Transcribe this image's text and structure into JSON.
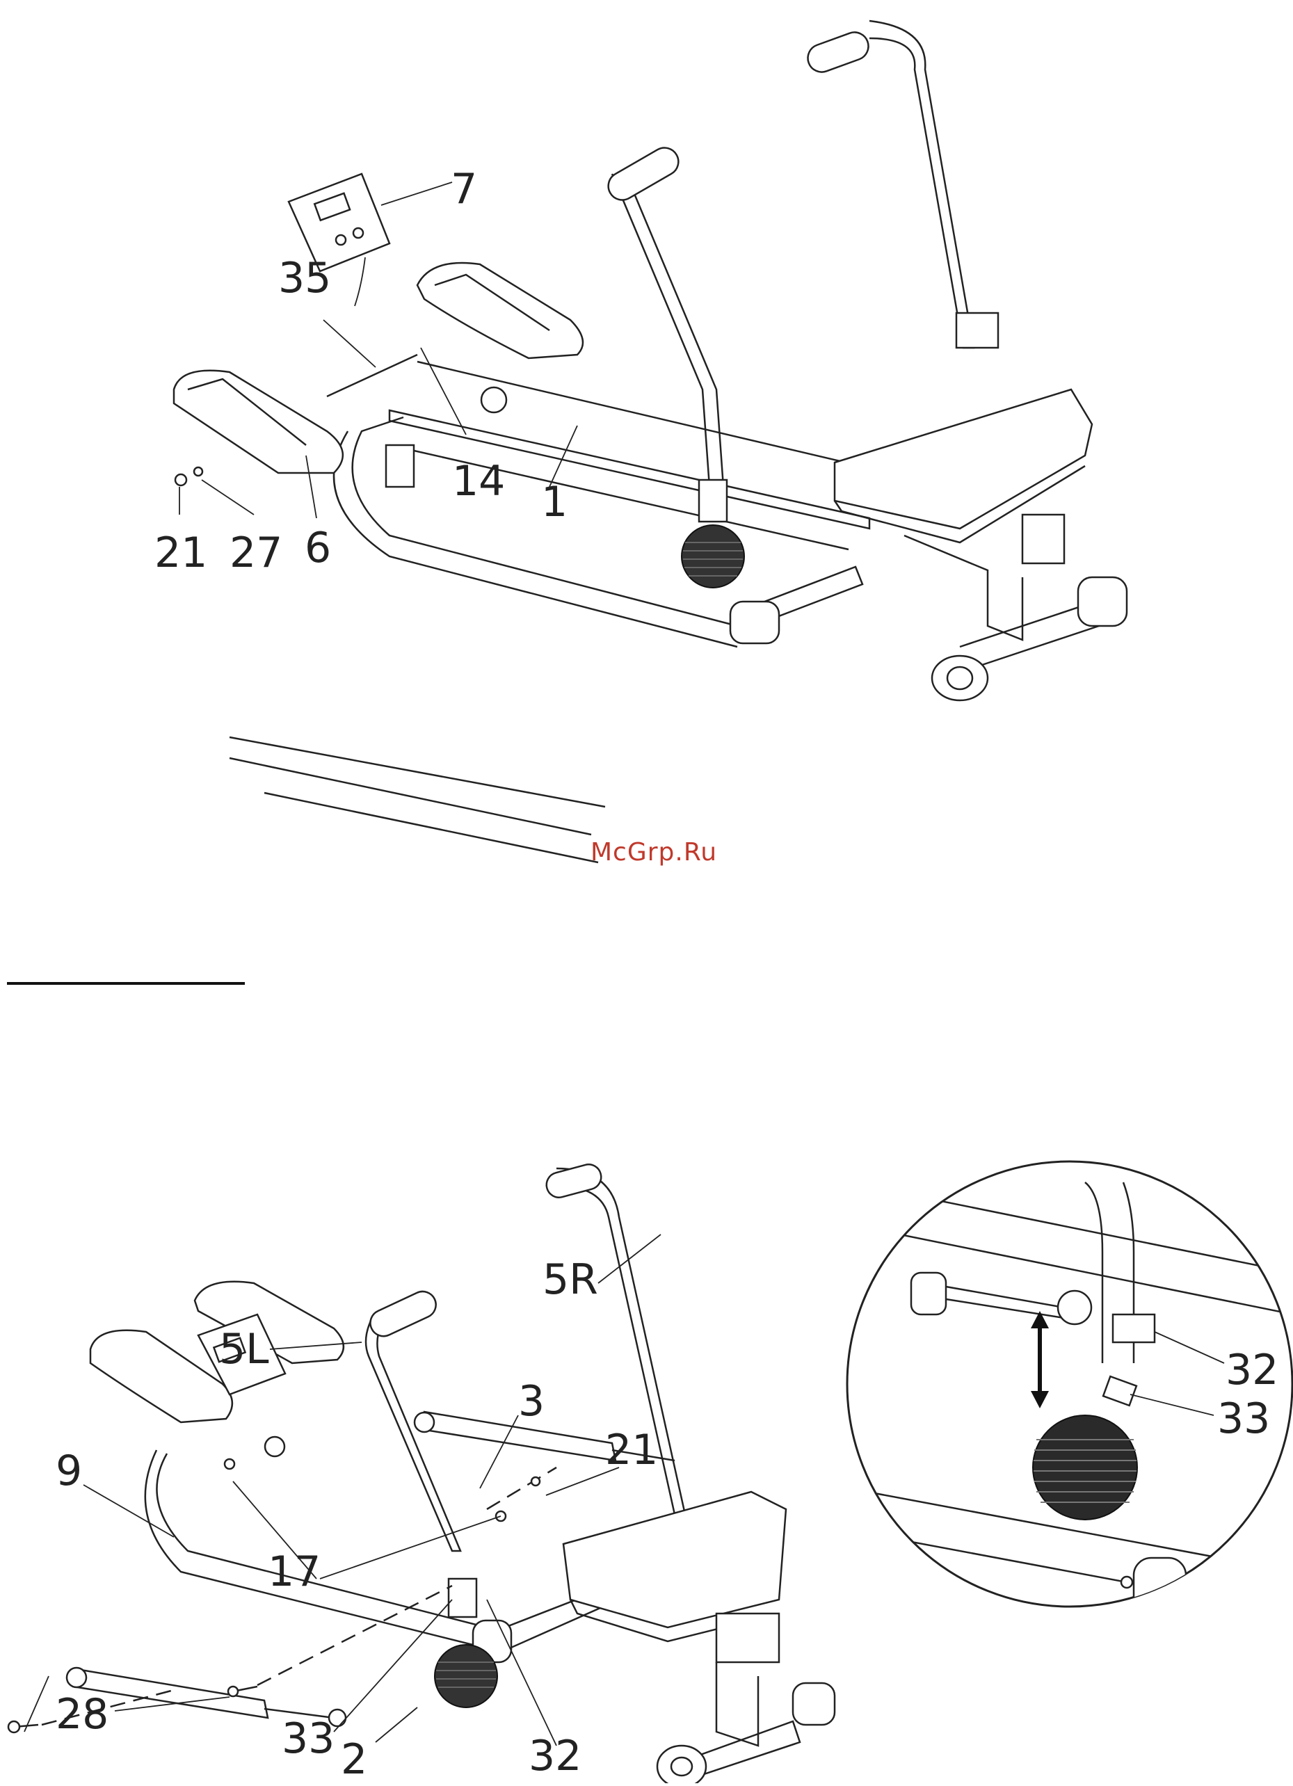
{
  "watermark": "McGrp.Ru",
  "upper_diagram": {
    "callouts": [
      "7",
      "35",
      "14",
      "1",
      "21",
      "27",
      "6"
    ]
  },
  "lower_diagram": {
    "callouts": [
      "5R",
      "5L",
      "3",
      "21",
      "9",
      "17",
      "28",
      "33",
      "2",
      "32"
    ]
  },
  "detail_view": {
    "callouts": [
      "32",
      "33"
    ]
  },
  "colors": {
    "watermark": "#c0392b",
    "lines": "#222222"
  }
}
